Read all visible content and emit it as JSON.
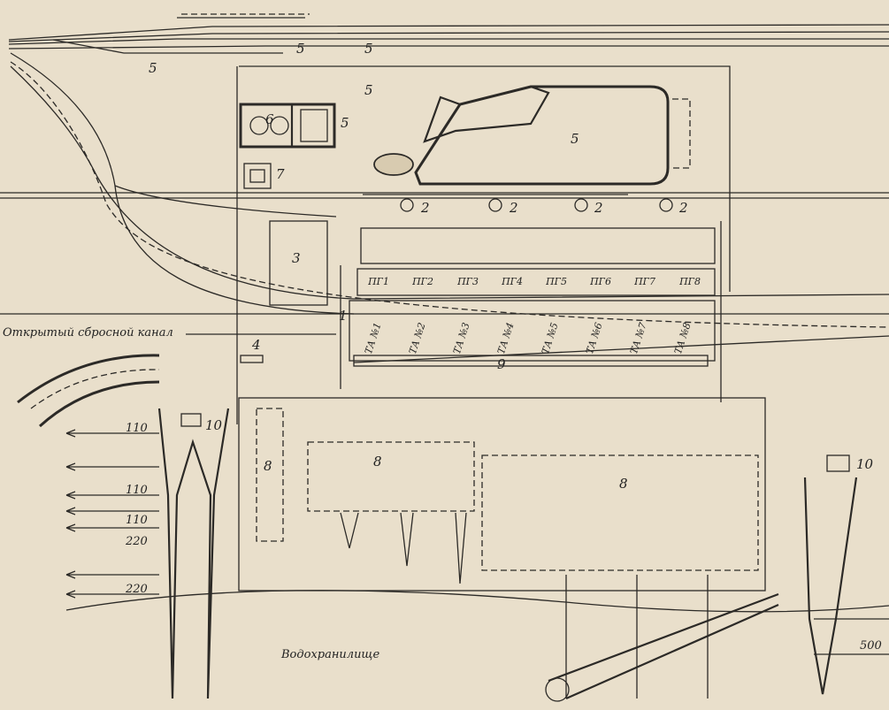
{
  "labels": {
    "canal": "Открытый сбросной канал",
    "reservoir": "Водохранилище",
    "n1": "1",
    "n2a": "2",
    "n2b": "2",
    "n2c": "2",
    "n2d": "2",
    "n3": "3",
    "n4": "4",
    "n5a": "5",
    "n5b": "5",
    "n5c": "5",
    "n5d": "5",
    "n5e": "5",
    "n5f": "5",
    "n6": "6",
    "n7": "7",
    "n8a": "8",
    "n8b": "8",
    "n8c": "8",
    "n9": "9",
    "n10a": "10",
    "n10b": "10"
  },
  "steam_generators": [
    "ПГ1",
    "ПГ2",
    "ПГ3",
    "ПГ4",
    "ПГ5",
    "ПГ6",
    "ПГ7",
    "ПГ8"
  ],
  "turbine_units": [
    "ТА №1",
    "ТА №2",
    "ТА №3",
    "ТА №4",
    "ТА №5",
    "ТА №6",
    "ТА №7",
    "ТА №8"
  ],
  "power_lines": [
    "110",
    "",
    "110",
    "110",
    "220",
    "",
    "220"
  ],
  "dimension": "500"
}
